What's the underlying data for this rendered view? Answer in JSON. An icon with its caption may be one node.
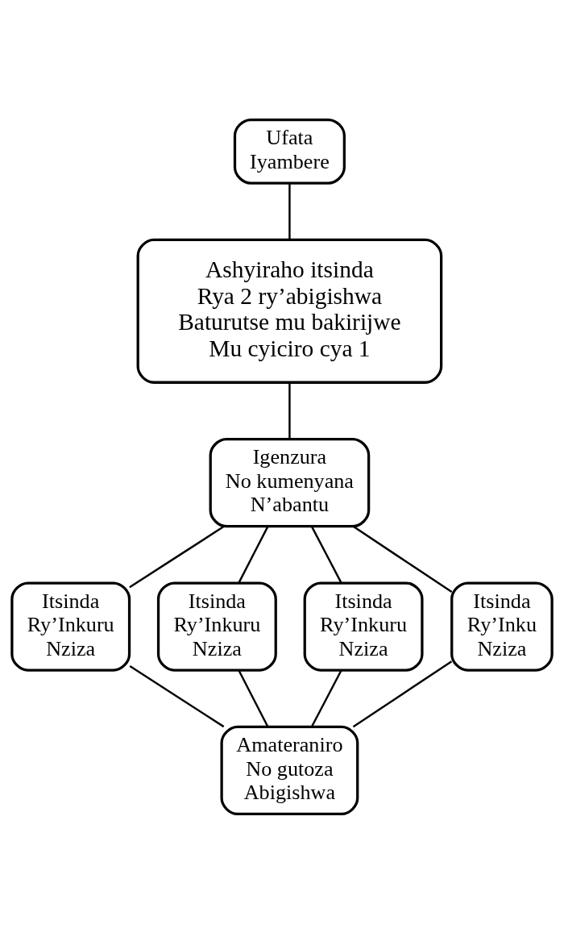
{
  "diagram": {
    "nodes": [
      {
        "text": [
          "Ufata",
          "Iyambere"
        ]
      },
      {
        "text": [
          "Ashyiraho itsinda",
          "Rya 2 ry’abigishwa",
          "Baturutse mu bakirijwe",
          "Mu cyiciro cya 1"
        ]
      },
      {
        "text": [
          "Igenzura",
          "No kumenyana",
          "N’abantu"
        ]
      },
      {
        "text": [
          "Itsinda",
          "Ry’Inkuru",
          "Nziza"
        ]
      },
      {
        "text": [
          "Itsinda",
          "Ry’Inkuru",
          "Nziza"
        ]
      },
      {
        "text": [
          "Itsinda",
          "Ry’Inkuru",
          "Nziza"
        ]
      },
      {
        "text": [
          "Itsinda",
          "Ry’Inku",
          "Nziza"
        ]
      },
      {
        "text": [
          "Amateraniro",
          "No gutoza",
          "Abigishwa"
        ]
      }
    ],
    "edges": [
      {
        "from": 0,
        "to": 1,
        "arrow": "none"
      },
      {
        "from": 1,
        "to": 2,
        "arrow": "none"
      },
      {
        "from": 2,
        "to": 3,
        "arrow": "none"
      },
      {
        "from": 2,
        "to": 4,
        "arrow": "none"
      },
      {
        "from": 2,
        "to": 5,
        "arrow": "none"
      },
      {
        "from": 2,
        "to": 6,
        "arrow": "none"
      },
      {
        "from": 3,
        "to": 7,
        "arrow": "none"
      },
      {
        "from": 4,
        "to": 7,
        "arrow": "none"
      },
      {
        "from": 5,
        "to": 7,
        "arrow": "none"
      },
      {
        "from": 6,
        "to": 7,
        "arrow": "none"
      }
    ]
  }
}
